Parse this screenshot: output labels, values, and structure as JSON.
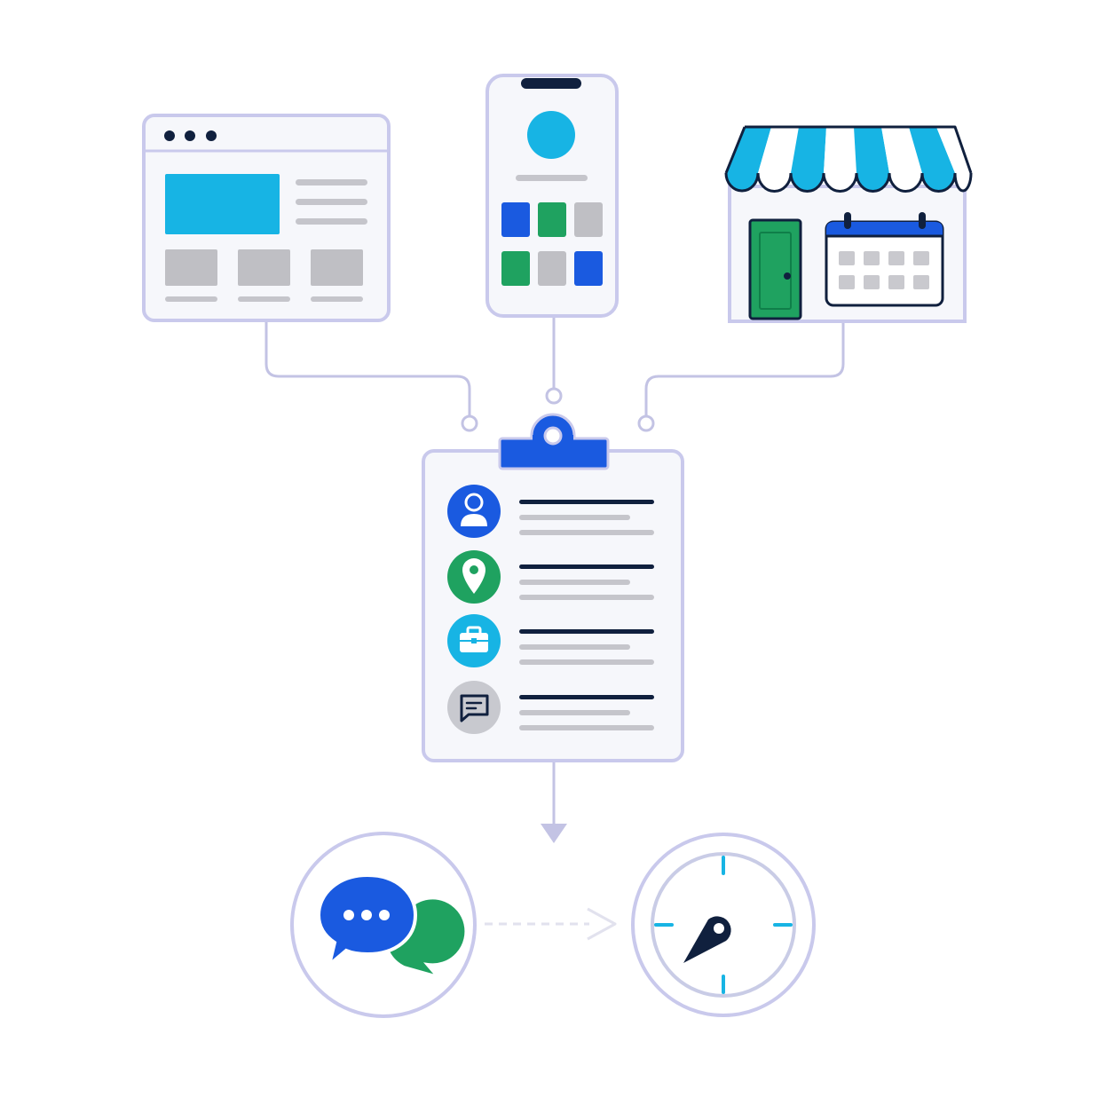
{
  "colors": {
    "background": "#ffffff",
    "outline": "#c9c9ec",
    "connector": "#c3c3e4",
    "panel_fill": "#f6f7fb",
    "navy": "#10203e",
    "blue": "#1a5ae0",
    "cyan": "#17b4e4",
    "green": "#1fa260",
    "gray": "#bfbfc4",
    "light_gray": "#dcdce2"
  },
  "sources": [
    {
      "id": "website",
      "icon": "browser-window-icon"
    },
    {
      "id": "mobile_app",
      "icon": "smartphone-app-icon"
    },
    {
      "id": "storefront",
      "icon": "storefront-calendar-icon"
    }
  ],
  "hub": {
    "icon": "clipboard-icon",
    "rows": [
      {
        "icon": "user-profile-icon",
        "color": "#1a5ae0"
      },
      {
        "icon": "location-pin-icon",
        "color": "#1fa260"
      },
      {
        "icon": "briefcase-icon",
        "color": "#17b4e4"
      },
      {
        "icon": "message-note-icon",
        "color": "#c8c9cf"
      }
    ]
  },
  "outputs": [
    {
      "id": "conversation",
      "icon": "chat-bubbles-icon"
    },
    {
      "id": "navigation",
      "icon": "compass-icon"
    }
  ]
}
